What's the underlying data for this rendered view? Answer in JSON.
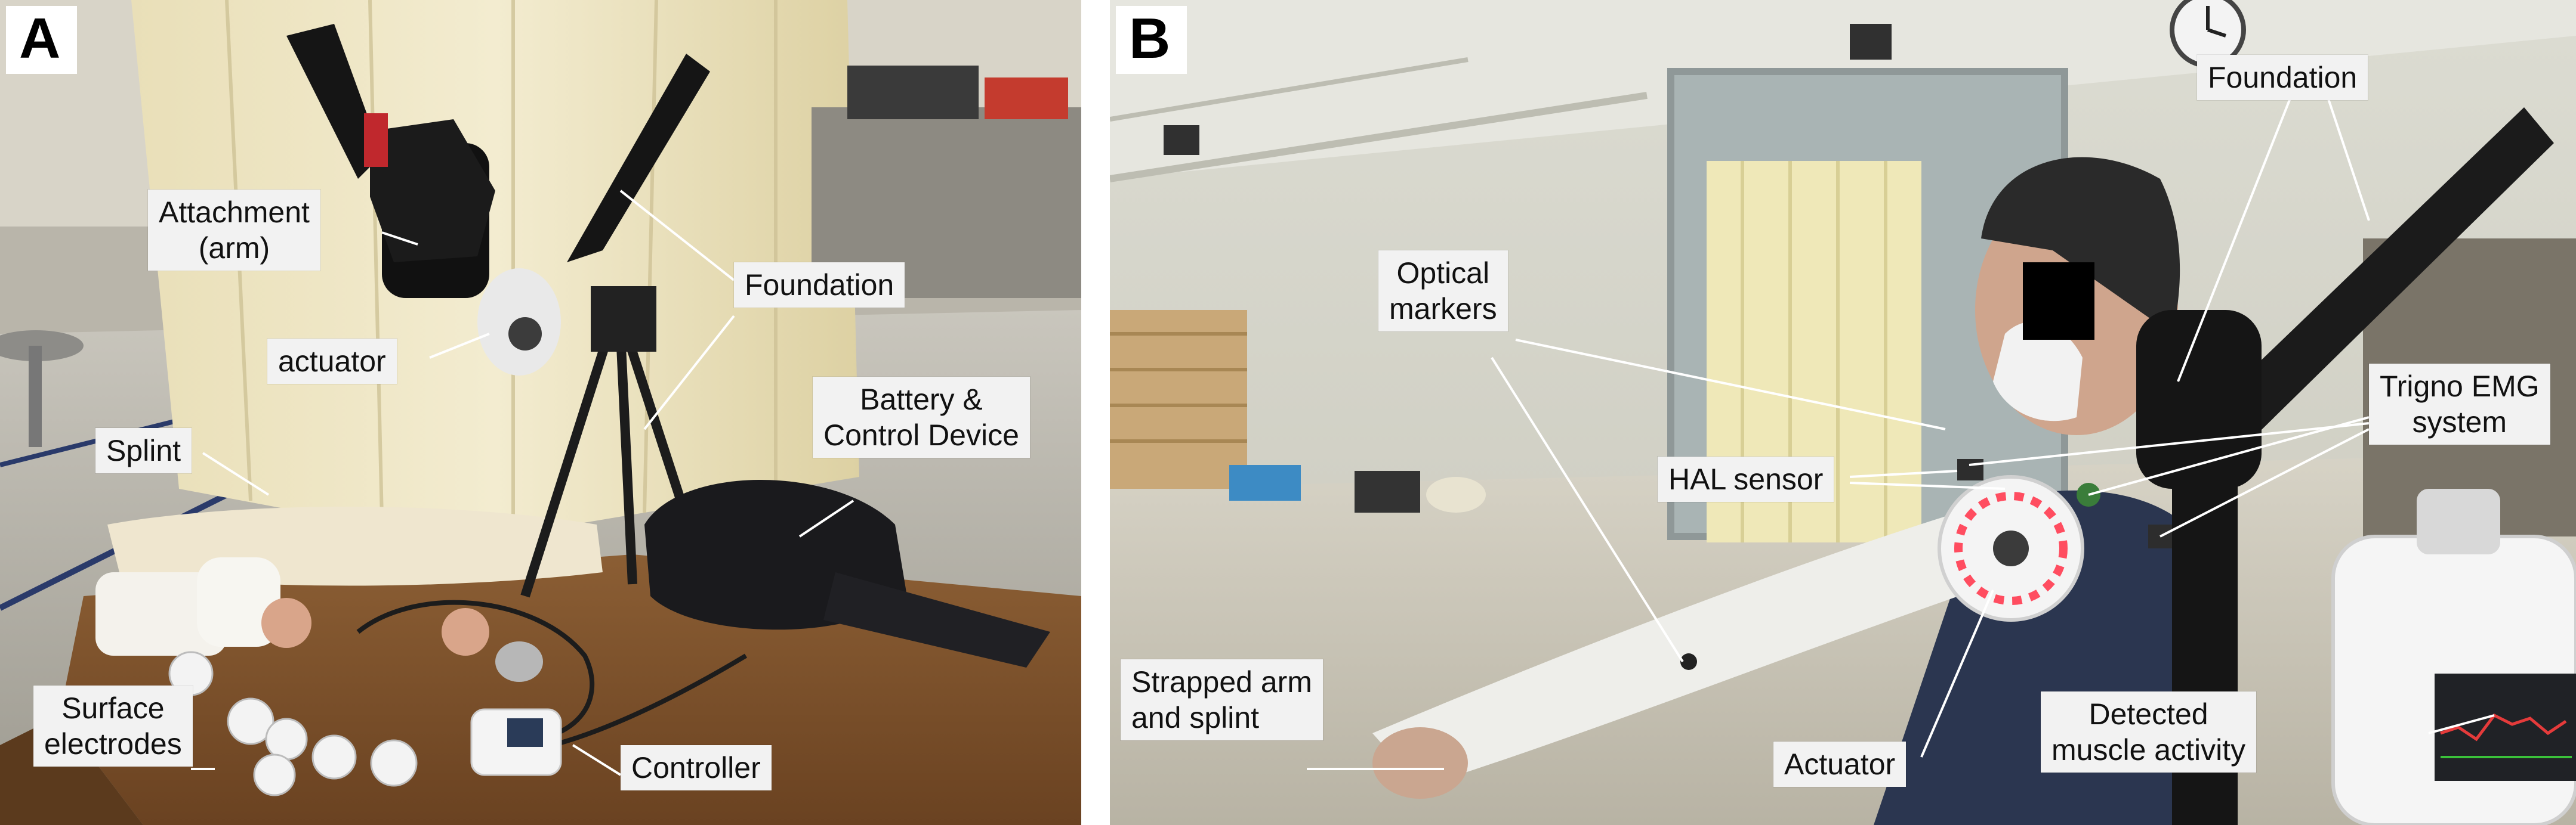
{
  "panel_a": {
    "letter": "A",
    "labels": {
      "attachment_line1": "Attachment",
      "attachment_line2": "(arm)",
      "foundation": "Foundation",
      "actuator": "actuator",
      "battery_line1": "Battery &",
      "battery_line2": "Control Device",
      "splint": "Splint",
      "surface_line1": "Surface",
      "surface_line2": "electrodes",
      "controller": "Controller"
    }
  },
  "panel_b": {
    "letter": "B",
    "labels": {
      "foundation": "Foundation",
      "optical_line1": "Optical",
      "optical_line2": "markers",
      "trigno_line1": "Trigno EMG",
      "trigno_line2": "system",
      "hal_sensor": "HAL sensor",
      "strapped_line1": "Strapped arm",
      "strapped_line2": "and splint",
      "actuator": "Actuator",
      "detected_line1": "Detected",
      "detected_line2": "muscle activity"
    }
  },
  "colors": {
    "callout_bg": "#f2f2f2",
    "leader_line": "#ffffff",
    "actuator_led": "#e8344a"
  }
}
